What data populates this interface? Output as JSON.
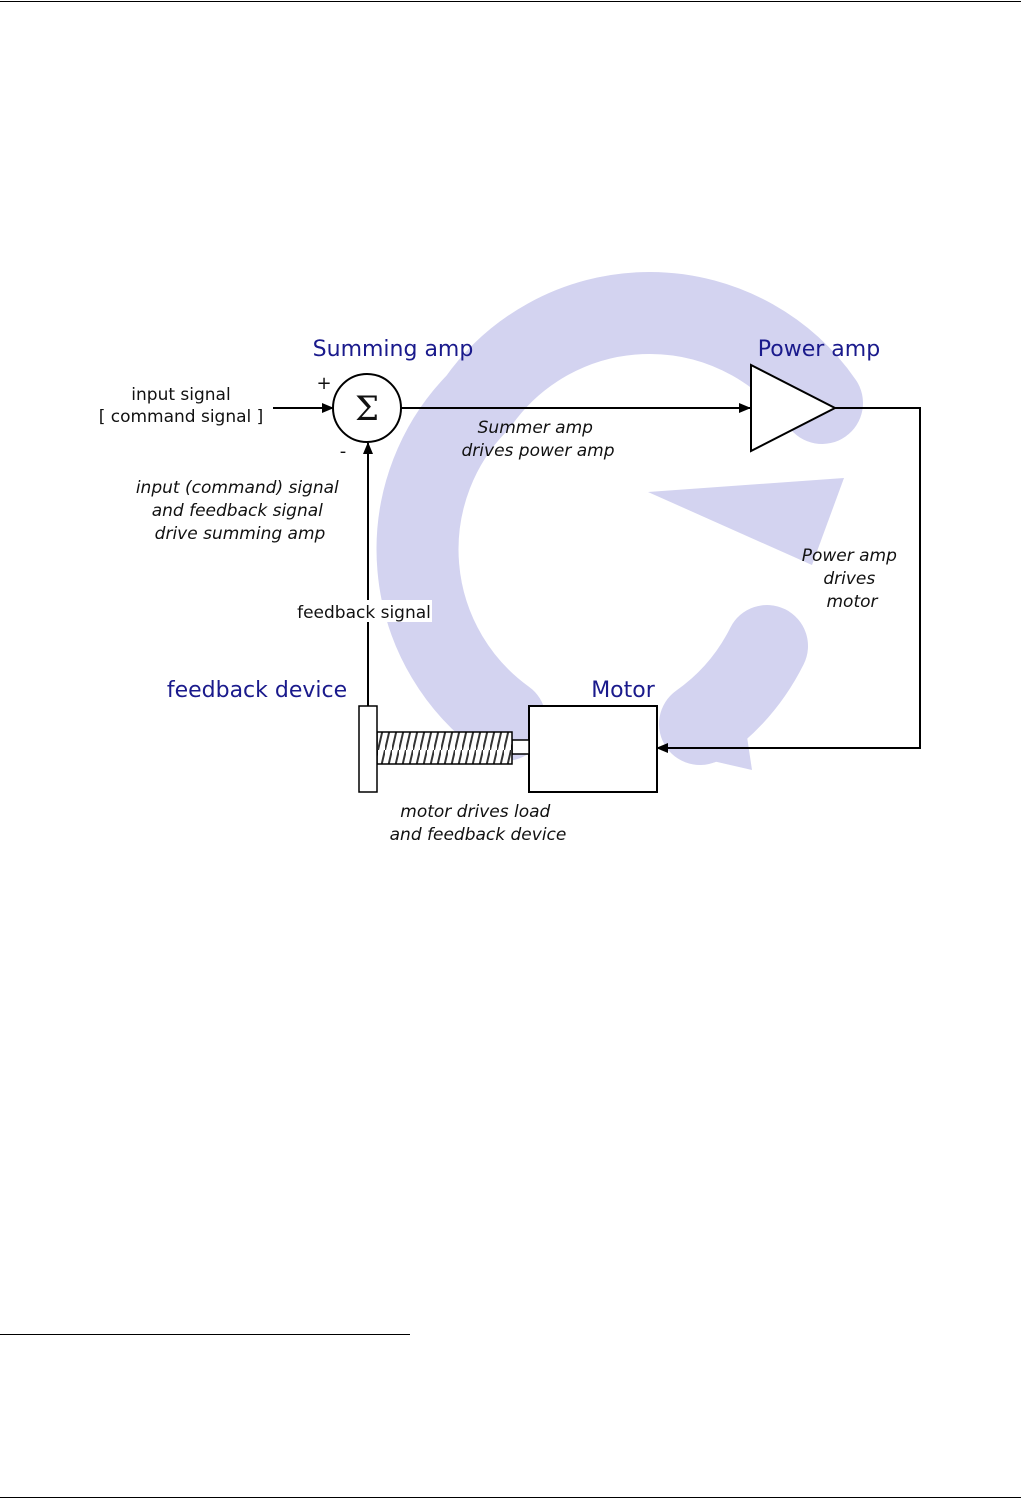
{
  "labels": {
    "summing_amp": "Summing amp",
    "power_amp": "Power amp",
    "feedback_device": "feedback device",
    "motor": "Motor",
    "input_signal_line1": "input signal",
    "input_signal_line2": "[ command signal ]",
    "plus_sign": "+",
    "minus_sign": "-",
    "sigma": "Σ",
    "feedback_signal": "feedback signal"
  },
  "annotations": {
    "summer_drives": [
      "Summer amp",
      "drives power amp"
    ],
    "input_feedback_drive": [
      "input (command) signal",
      "and feedback signal",
      "drive summing amp"
    ],
    "power_drives_motor": [
      "Power amp",
      "drives",
      "motor"
    ],
    "motor_drives_load": [
      "motor drives load",
      "and feedback device"
    ]
  },
  "colors": {
    "cycle_arrow": "#d3d3f0",
    "title_blue": "#1a1a8c",
    "line": "#000000"
  }
}
